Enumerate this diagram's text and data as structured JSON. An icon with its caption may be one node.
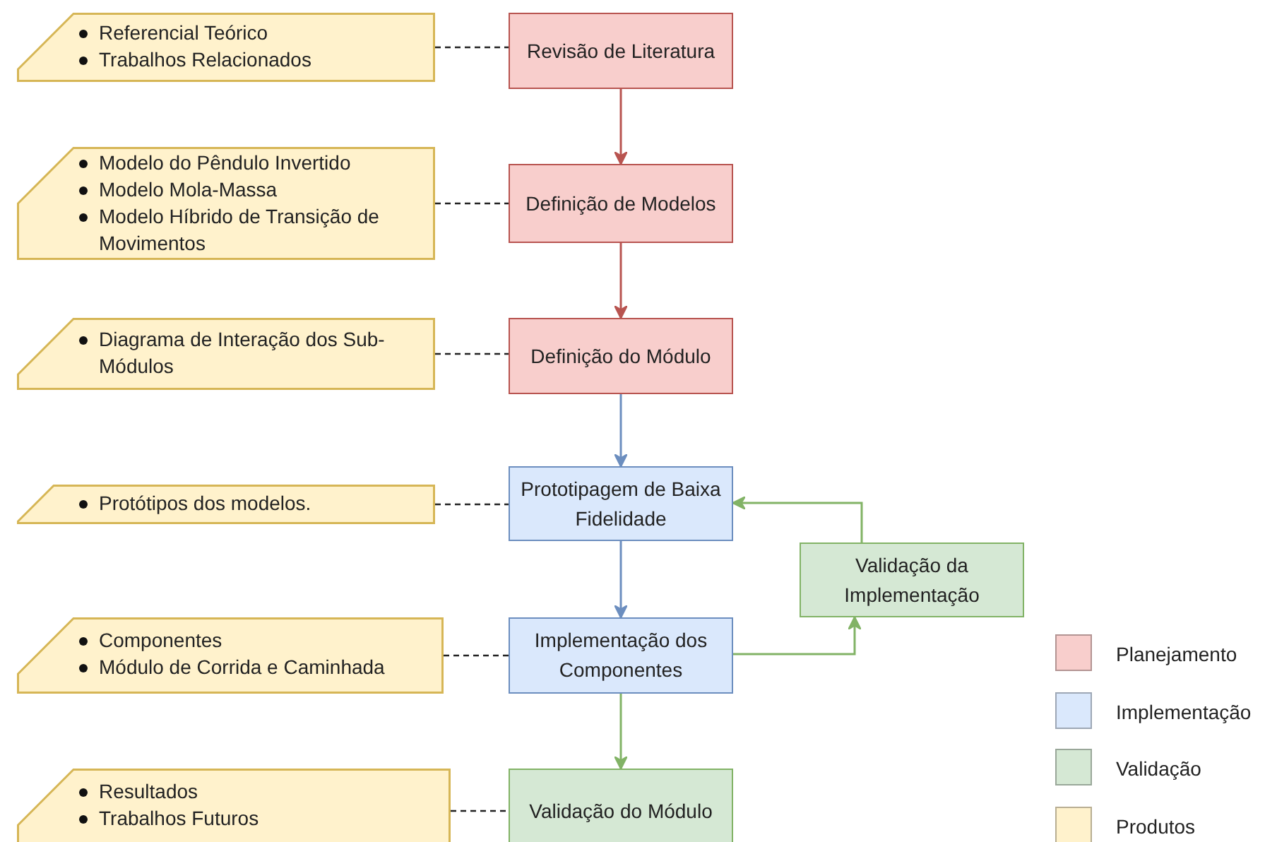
{
  "diagram": {
    "nodes": [
      {
        "text": [
          "Referencial Teórico",
          "Trabalhos Relacionados"
        ]
      },
      {
        "text": [
          "Revisão de Literatura"
        ]
      },
      {
        "text": [
          "Modelo do Pêndulo Invertido",
          "Modelo Mola-Massa",
          "Modelo Híbrido de Transição de Movimentos"
        ]
      },
      {
        "text": [
          "Definição de Modelos"
        ]
      },
      {
        "text": [
          "Diagrama de Interação dos Sub-Módulos"
        ]
      },
      {
        "text": [
          "Definição do Módulo"
        ]
      },
      {
        "text": [
          "Protótipos dos modelos."
        ]
      },
      {
        "text": [
          "Prototipagem de Baixa Fidelidade"
        ]
      },
      {
        "text": [
          "Validação da Implementação"
        ]
      },
      {
        "text": [
          "Componentes",
          "Módulo de Corrida e Caminhada"
        ]
      },
      {
        "text": [
          "Implementação dos Componentes"
        ]
      },
      {
        "text": [
          "Resultados",
          "Trabalhos Futuros"
        ]
      },
      {
        "text": [
          "Validação do Módulo"
        ]
      }
    ],
    "edges": [
      {
        "from": 0,
        "to": 1,
        "arrow": "none",
        "style": "dashed"
      },
      {
        "from": 1,
        "to": 3,
        "arrow": "to",
        "color": "#b85450"
      },
      {
        "from": 2,
        "to": 3,
        "arrow": "none",
        "style": "dashed"
      },
      {
        "from": 3,
        "to": 5,
        "arrow": "to",
        "color": "#b85450"
      },
      {
        "from": 4,
        "to": 5,
        "arrow": "none",
        "style": "dashed"
      },
      {
        "from": 5,
        "to": 7,
        "arrow": "to",
        "color": "#6c8ebf"
      },
      {
        "from": 6,
        "to": 7,
        "arrow": "none",
        "style": "dashed"
      },
      {
        "from": 7,
        "to": 10,
        "arrow": "to",
        "color": "#6c8ebf"
      },
      {
        "from": 8,
        "to": 7,
        "arrow": "to",
        "color": "#82b366"
      },
      {
        "from": 9,
        "to": 10,
        "arrow": "none",
        "style": "dashed"
      },
      {
        "from": 10,
        "to": 8,
        "arrow": "to",
        "color": "#82b366"
      },
      {
        "from": 10,
        "to": 12,
        "arrow": "to",
        "color": "#82b366"
      },
      {
        "from": 11,
        "to": 12,
        "arrow": "none",
        "style": "dashed"
      }
    ],
    "legend": [
      {
        "text": "Planejamento",
        "color": "#f8cecc"
      },
      {
        "text": "Implementação",
        "color": "#dae8fc"
      },
      {
        "text": "Validação",
        "color": "#d5e8d4"
      },
      {
        "text": "Produtos",
        "color": "#fff2cc"
      }
    ]
  }
}
